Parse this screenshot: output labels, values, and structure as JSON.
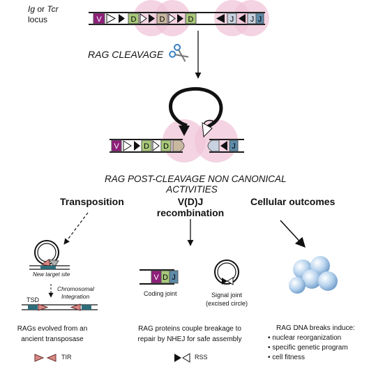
{
  "locus": {
    "gene1": "Ig",
    "connector": "or",
    "gene2": "Tcr",
    "suffix": "locus"
  },
  "step": {
    "cleavage_label": "RAG CLEAVAGE"
  },
  "segments": {
    "v": "V",
    "d": "D",
    "j": "J"
  },
  "title": {
    "line1": "RAG POST-CLEAVAGE NON CANONICAL",
    "line2": "ACTIVITIES"
  },
  "columns": {
    "transposition": {
      "heading": "Transposition",
      "new_target_site": "New target site",
      "chromosomal_integration": [
        "Chromosomal",
        "Integration"
      ],
      "tsd": "TSD",
      "caption": [
        "RAGs evolved from an",
        "ancient transposase"
      ]
    },
    "vdj": {
      "heading": [
        "V(D)J",
        "recombination"
      ],
      "coding_joint": "Coding joint",
      "signal_joint": [
        "Signal joint",
        "(excised circle)"
      ],
      "caption": [
        "RAG proteins couple breakage to",
        "repair by NHEJ for safe assembly"
      ]
    },
    "cellular": {
      "heading": "Cellular outcomes",
      "caption_title": "RAG DNA breaks induce:",
      "bullets": [
        "nuclear reorganization",
        "specific genetic program",
        "cell fitness"
      ]
    }
  },
  "legend": {
    "tir": "TIR",
    "rss": "RSS"
  },
  "colors": {
    "v_segment": "#8e1f7a",
    "d_segment": "#a8c87a",
    "j_segment": "#5d8aa8",
    "rag_halo": "#f0c6d8",
    "dna_line": "#1a1a1a",
    "target_site": "#2f6d7a",
    "tir": "#d98a86"
  }
}
